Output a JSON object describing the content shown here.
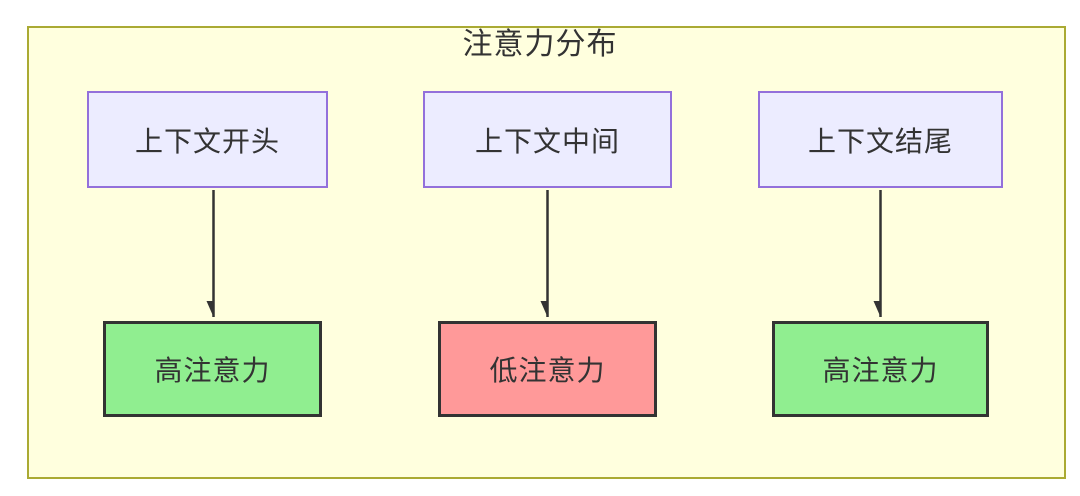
{
  "diagram": {
    "title": "注意力分布",
    "top_nodes": [
      {
        "id": "context-start",
        "label": "上下文开头"
      },
      {
        "id": "context-middle",
        "label": "上下文中间"
      },
      {
        "id": "context-end",
        "label": "上下文结尾"
      }
    ],
    "bottom_nodes": [
      {
        "id": "high-attention-1",
        "label": "高注意力",
        "level": "high"
      },
      {
        "id": "low-attention",
        "label": "低注意力",
        "level": "low"
      },
      {
        "id": "high-attention-2",
        "label": "高注意力",
        "level": "high"
      }
    ],
    "edges": [
      {
        "from": "context-start",
        "to": "high-attention-1"
      },
      {
        "from": "context-middle",
        "to": "low-attention"
      },
      {
        "from": "context-end",
        "to": "high-attention-2"
      }
    ],
    "colors": {
      "container_bg": "#ffffde",
      "container_border": "#aaaa33",
      "context_node_bg": "#ECECFF",
      "context_node_border": "#9370DB",
      "high_attention_bg": "#90EE90",
      "low_attention_bg": "#FF9999",
      "attention_node_border": "#333333",
      "arrow": "#333333",
      "text": "#333333"
    }
  }
}
